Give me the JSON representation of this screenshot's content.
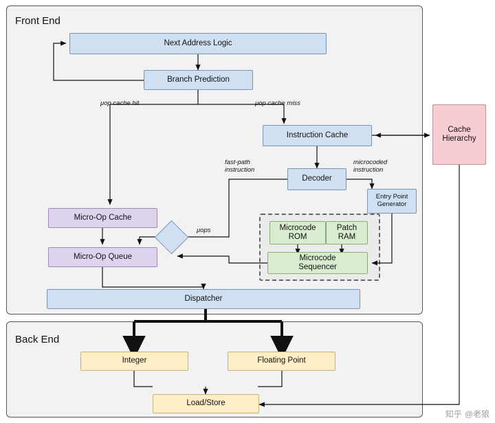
{
  "diagram": {
    "title": "CPU Front End / Back End pipeline block diagram",
    "panels": [
      {
        "id": "front-end",
        "label": "Front End"
      },
      {
        "id": "back-end",
        "label": "Back End"
      }
    ],
    "nodes": [
      {
        "id": "next-address-logic",
        "label": "Next Address Logic",
        "color": "#cfe0f3"
      },
      {
        "id": "branch-prediction",
        "label": "Branch Prediction",
        "color": "#cfe0f3"
      },
      {
        "id": "instruction-cache",
        "label": "Instruction Cache",
        "color": "#cfe0f3"
      },
      {
        "id": "decoder",
        "label": "Decoder",
        "color": "#cfe0f3"
      },
      {
        "id": "entry-point-generator",
        "label": "Entry Point\nGenerator",
        "color": "#cfe0f3"
      },
      {
        "id": "micro-op-cache",
        "label": "Micro-Op Cache",
        "color": "#ded4ef"
      },
      {
        "id": "micro-op-queue",
        "label": "Micro-Op Queue",
        "color": "#ded4ef"
      },
      {
        "id": "microcode-rom",
        "label": "Microcode\nROM",
        "color": "#d9ecd0"
      },
      {
        "id": "patch-ram",
        "label": "Patch\nRAM",
        "color": "#d9ecd0"
      },
      {
        "id": "microcode-sequencer",
        "label": "Microcode\nSequencer",
        "color": "#d9ecd0"
      },
      {
        "id": "dispatcher",
        "label": "Dispatcher",
        "color": "#cfe0f3"
      },
      {
        "id": "integer",
        "label": "Integer",
        "color": "#fdeec7"
      },
      {
        "id": "floating-point",
        "label": "Floating Point",
        "color": "#fdeec7"
      },
      {
        "id": "load-store",
        "label": "Load/Store",
        "color": "#fdeec7"
      },
      {
        "id": "cache-hierarchy",
        "label": "Cache\nHierarchy",
        "color": "#f5cdd2"
      }
    ],
    "edge_labels": [
      {
        "id": "uop-cache-hit",
        "text": "μop cache hit"
      },
      {
        "id": "uop-cache-miss",
        "text": "μop cache miss"
      },
      {
        "id": "fast-path-instruction",
        "text": "fast-path\ninstruction"
      },
      {
        "id": "microcoded-instruction",
        "text": "microcoded\ninstruction"
      },
      {
        "id": "uops",
        "text": "μops"
      }
    ],
    "watermark": {
      "text": "@老狼",
      "zhihu": "知乎"
    }
  }
}
